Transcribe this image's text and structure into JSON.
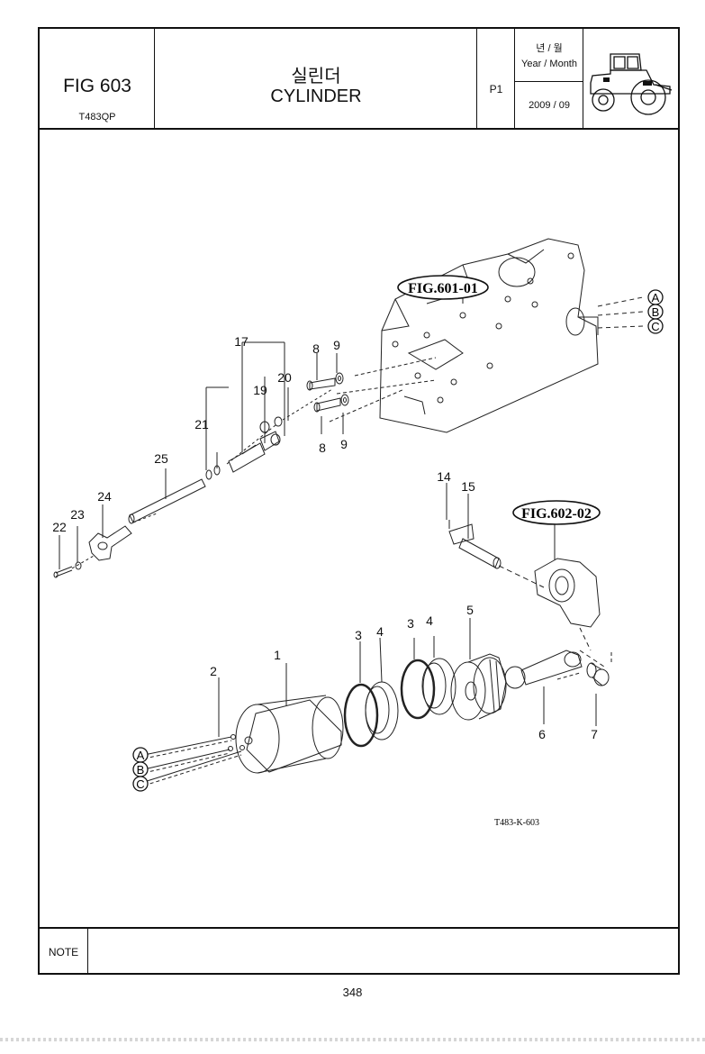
{
  "header": {
    "fig_no": "FIG 603",
    "fig_code": "T483QP",
    "title_ko": "실린더",
    "title_en": "CYLINDER",
    "page": "P1",
    "year_month_ko": "년 / 월",
    "year_month_en": "Year / Month",
    "date": "2009  / 09",
    "tractor_icon": "tractor-icon"
  },
  "drawing": {
    "callouts": {
      "p1": "1",
      "p2": "2",
      "p3a": "3",
      "p3b": "3",
      "p4a": "4",
      "p4b": "4",
      "p5": "5",
      "p6": "6",
      "p7": "7",
      "p8a": "8",
      "p8b": "8",
      "p9a": "9",
      "p9b": "9",
      "p14": "14",
      "p15": "15",
      "p17": "17",
      "p19": "19",
      "p20": "20",
      "p21": "21",
      "p22": "22",
      "p23": "23",
      "p24": "24",
      "p25": "25"
    },
    "ref_601": "FIG.601-01",
    "ref_602": "FIG.602-02",
    "port_a": "A",
    "port_b": "B",
    "port_c": "C",
    "drawing_code": "T483-K-603"
  },
  "note": {
    "label": "NOTE",
    "text": ""
  },
  "page_number": "348"
}
